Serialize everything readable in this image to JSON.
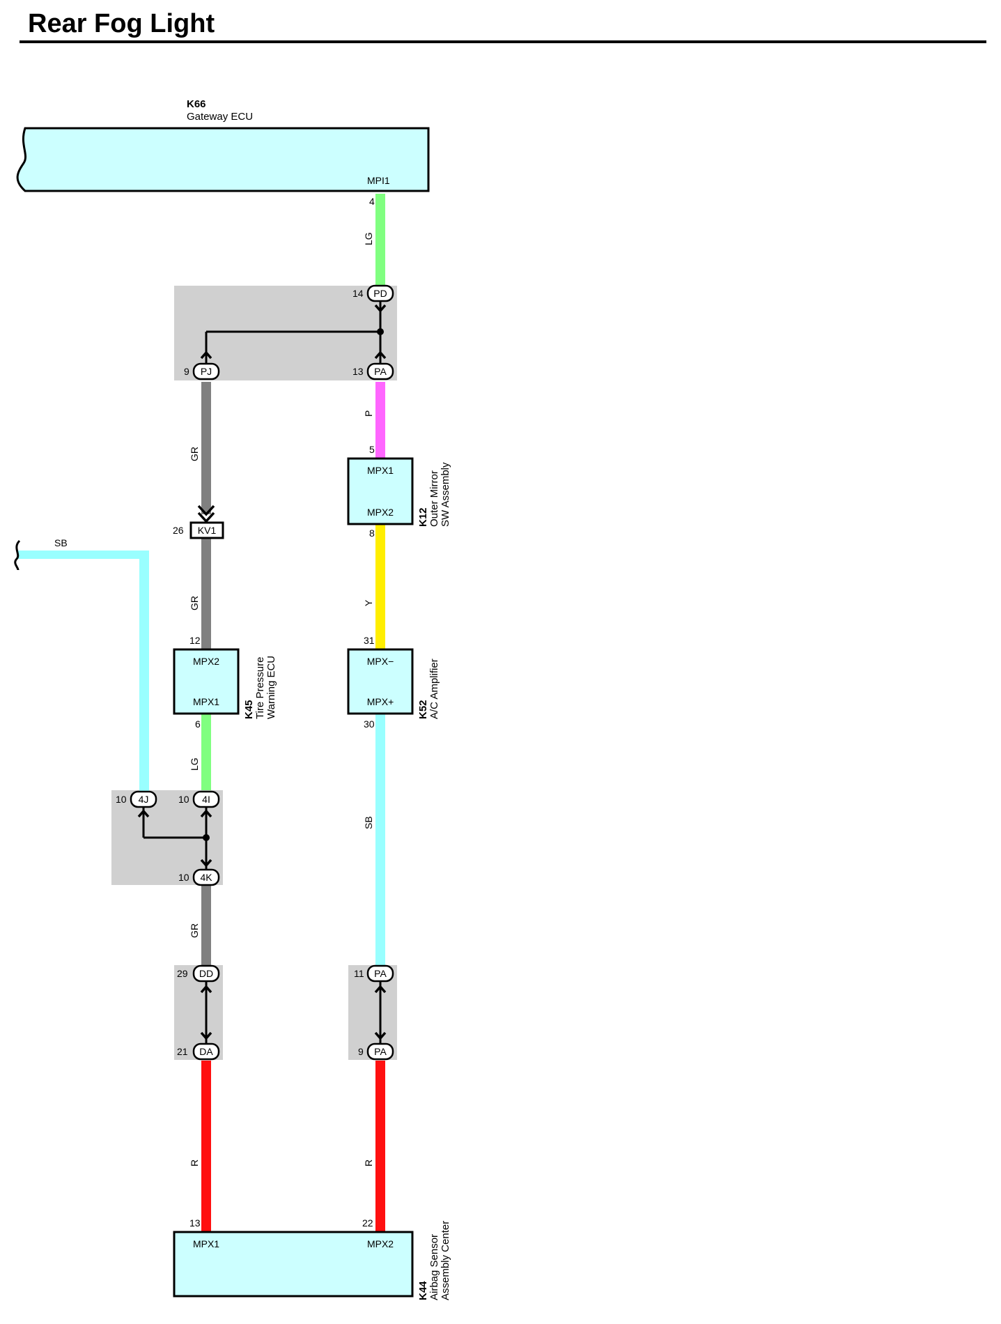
{
  "title": "Rear Fog Light",
  "colors": {
    "LG": "#80ff80",
    "P": "#ff66ff",
    "GR": "#808080",
    "Y": "#ffee00",
    "SB": "#99ffff",
    "R": "#ff1010",
    "component_fill": "#ccffff",
    "junction_fill": "#d0d0d0"
  },
  "components": {
    "k66": {
      "id": "K66",
      "name": "Gateway ECU",
      "terminal": "MPI1"
    },
    "k12": {
      "id": "K12",
      "name_line1": "Outer Mirror",
      "name_line2": "SW Assembly",
      "terminal_top": "MPX1",
      "terminal_bottom": "MPX2"
    },
    "k45": {
      "id": "K45",
      "name_line1": "Tire Pressure",
      "name_line2": "Warning ECU",
      "terminal_top": "MPX2",
      "terminal_bottom": "MPX1"
    },
    "k52": {
      "id": "K52",
      "name": "A/C Amplifier",
      "terminal_top": "MPX−",
      "terminal_bottom": "MPX+"
    },
    "k44": {
      "id": "K44",
      "name_line1": "Airbag Sensor",
      "name_line2": "Assembly Center",
      "terminal_left": "MPX1",
      "terminal_right": "MPX2"
    }
  },
  "connectors": {
    "pd": {
      "label": "PD",
      "pin": "14"
    },
    "pj": {
      "label": "PJ",
      "pin": "9"
    },
    "pa_top": {
      "label": "PA",
      "pin": "13"
    },
    "kv1": {
      "label": "KV1",
      "pin": "26"
    },
    "c4j": {
      "label": "4J",
      "pin": "10"
    },
    "c4i": {
      "label": "4I",
      "pin": "10"
    },
    "c4k": {
      "label": "4K",
      "pin": "10"
    },
    "dd": {
      "label": "DD",
      "pin": "29"
    },
    "da": {
      "label": "DA",
      "pin": "21"
    },
    "pa_mid": {
      "label": "PA",
      "pin": "11"
    },
    "pa_bot": {
      "label": "PA",
      "pin": "9"
    }
  },
  "pins": {
    "k66_4": "4",
    "k12_5": "5",
    "k12_8": "8",
    "k45_12": "12",
    "k45_6": "6",
    "k52_31": "31",
    "k52_30": "30",
    "k44_13": "13",
    "k44_22": "22"
  },
  "wires": {
    "lg_top": "LG",
    "p": "P",
    "gr_1": "GR",
    "gr_2": "GR",
    "y": "Y",
    "lg_mid": "LG",
    "sb_left": "SB",
    "sb_right": "SB",
    "gr_3": "GR",
    "r_left": "R",
    "r_right": "R"
  }
}
